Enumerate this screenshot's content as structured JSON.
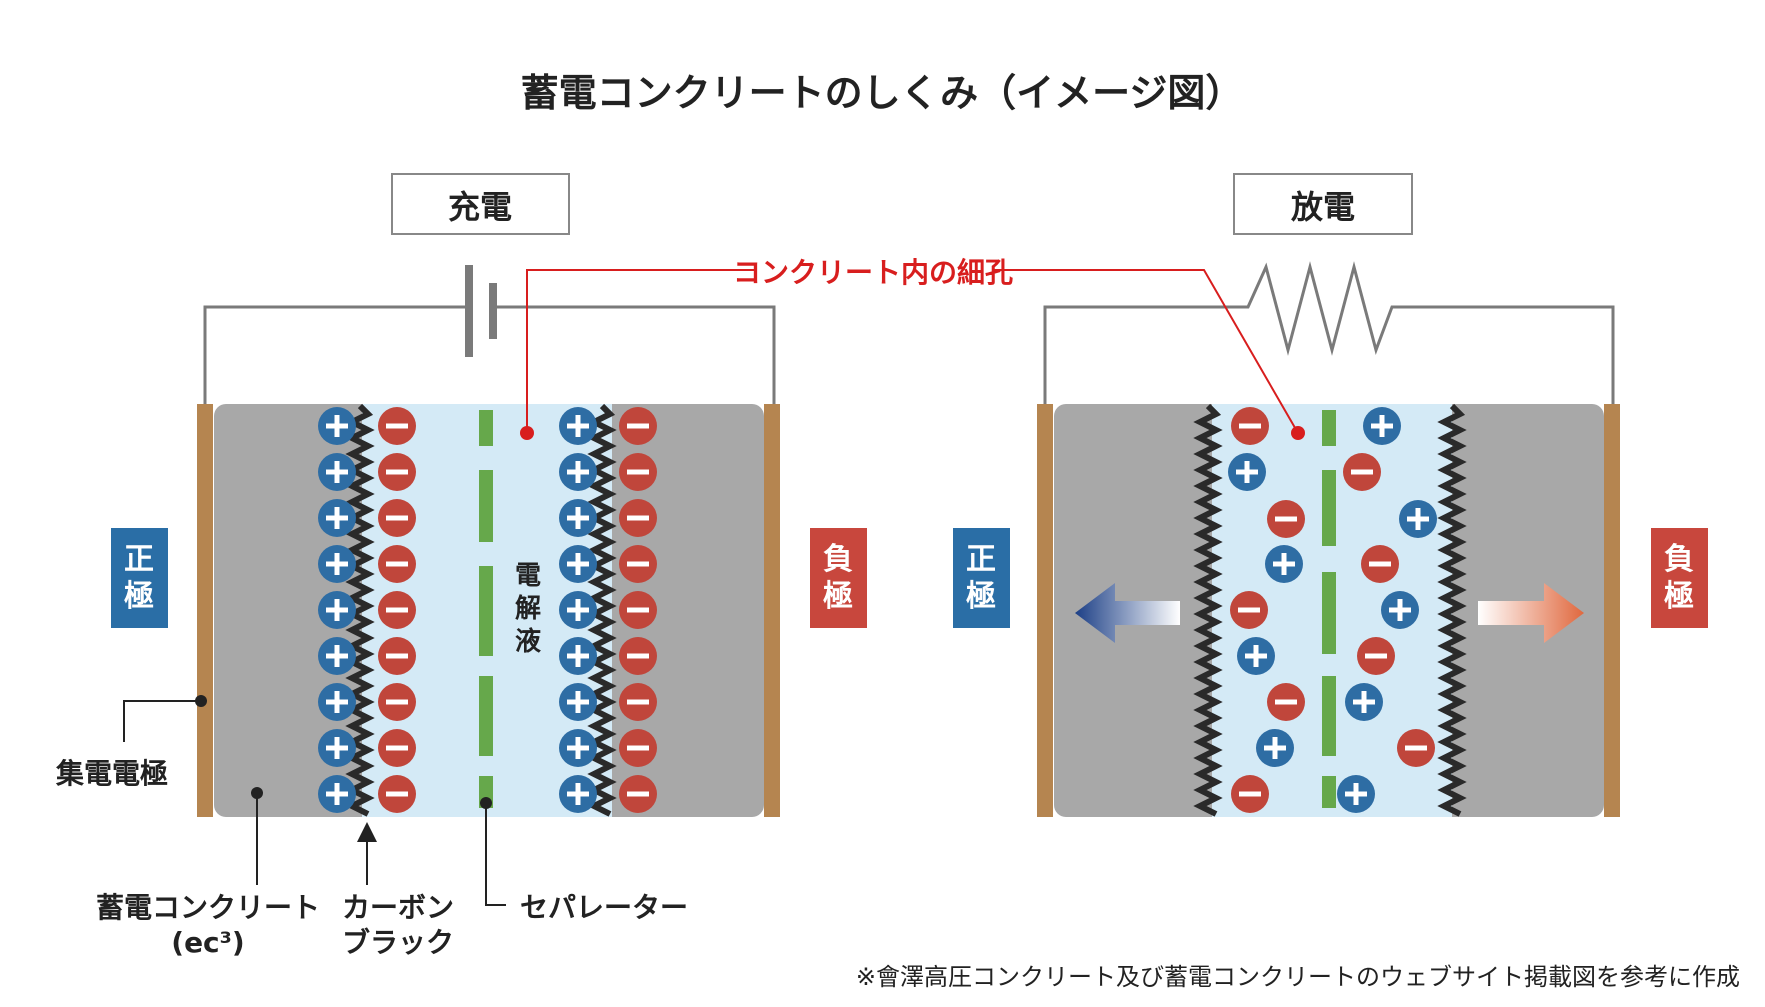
{
  "title": "蓄電コンクリートのしくみ（イメージ図）",
  "charge_label": "充電",
  "discharge_label": "放電",
  "pore_label": "コンクリート内の細孔",
  "positive_electrode": "正極",
  "negative_electrode": "負極",
  "electrolyte": "電解液",
  "collector": "集電電極",
  "concrete_label": "蓄電コンクリート",
  "concrete_sub": "(ec³)",
  "carbon_label_1": "カーボン",
  "carbon_label_2": "ブラック",
  "separator_label": "セパレーター",
  "source_note": "※會澤高圧コンクリート及び蓄電コンクリートのウェブサイト掲載図を参考に作成",
  "colors": {
    "positive_ion": "#2e6da4",
    "negative_ion": "#c0463b",
    "positive_electrode_bg": "#2a6ea6",
    "negative_electrode_bg": "#c8473d",
    "concrete": "#a8a8a8",
    "electrolyte": "#d4eaf6",
    "separator": "#66a84b",
    "collector": "#b58550",
    "pore_line": "#d81e1e",
    "wire": "#7a7a7a"
  }
}
